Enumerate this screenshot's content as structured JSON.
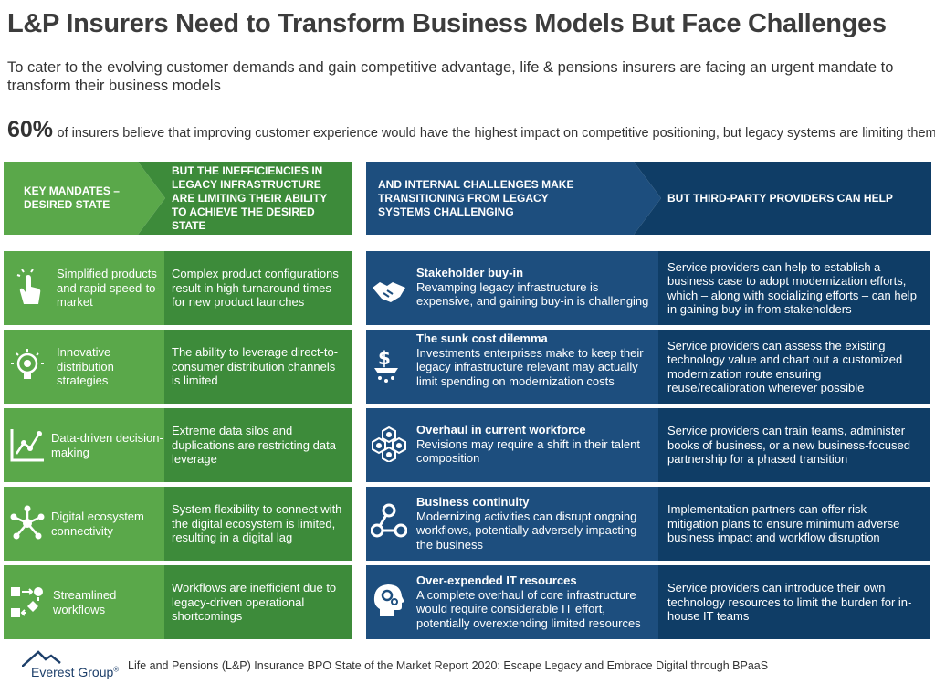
{
  "title": "L&P Insurers Need to Transform Business Models But Face Challenges",
  "subtitle": "To cater to the evolving customer demands and gain competitive advantage, life & pensions insurers are facing an urgent mandate to transform their business models",
  "stat": {
    "value": "60%",
    "text": "of insurers believe that improving customer experience would have the highest impact on competitive positioning, but legacy systems are limiting them"
  },
  "headers": {
    "mandates": "KEY MANDATES – DESIRED STATE",
    "inefficiencies": "BUT THE INEFFICIENCIES IN LEGACY INFRASTRUCTURE ARE LIMITING THEIR ABILITY TO ACHIEVE THE DESIRED STATE",
    "challenges": "AND INTERNAL CHALLENGES MAKE TRANSITIONING FROM LEGACY SYSTEMS CHALLENGING",
    "providers": "BUT THIRD-PARTY PROVIDERS CAN HELP"
  },
  "mandates": [
    {
      "label": "Simplified products and rapid speed-to-market",
      "icon": "hand-tap-icon",
      "inefficiency": "Complex product configurations result in high turnaround times for new product launches"
    },
    {
      "label": "Innovative distribution strategies",
      "icon": "lightbulb-gear-icon",
      "inefficiency": "The ability to leverage direct-to-consumer distribution channels is limited"
    },
    {
      "label": "Data-driven decision-making",
      "icon": "line-chart-icon",
      "inefficiency": "Extreme data silos and duplications are restricting data leverage"
    },
    {
      "label": "Digital ecosystem connectivity",
      "icon": "network-hub-icon",
      "inefficiency": "System flexibility to connect with the digital ecosystem is limited, resulting in a digital lag"
    },
    {
      "label": "Streamlined workflows",
      "icon": "workflow-icon",
      "inefficiency": "Workflows are inefficient due to legacy-driven operational shortcomings"
    }
  ],
  "challenges": [
    {
      "title": "Stakeholder buy-in",
      "text": "Revamping legacy infrastructure is expensive, and gaining buy-in is challenging",
      "icon": "handshake-icon",
      "help": "Service providers can help to establish a business case to adopt modernization efforts, which – along with socializing efforts –  can help in gaining buy-in from stakeholders"
    },
    {
      "title": "The sunk cost dilemma",
      "text": "Investments enterprises make to keep their legacy infrastructure relevant may actually limit spending on modernization costs",
      "icon": "money-drain-icon",
      "help": "Service providers can assess the existing technology value and chart out a customized modernization route ensuring reuse/recalibration wherever possible"
    },
    {
      "title": "Overhaul in current workforce",
      "text": "Revisions may require a shift in their talent composition",
      "icon": "workforce-icon",
      "help": "Service providers can train teams, administer books of business, or a new business-focused partnership for a phased transition"
    },
    {
      "title": "Business continuity",
      "text": "Modernizing activities can disrupt ongoing workflows, potentially adversely impacting the business",
      "icon": "process-flow-icon",
      "help": "Implementation partners can offer risk mitigation plans  to ensure minimum adverse business impact and workflow disruption"
    },
    {
      "title": "Over-expended IT resources",
      "text": "A complete overhaul of core infrastructure would require considerable IT effort, potentially overextending limited resources",
      "icon": "head-gears-icon",
      "help": "Service providers can introduce their own technology resources to limit the burden for in-house IT teams"
    }
  ],
  "footer": {
    "brand": "Everest Group",
    "reg": "®",
    "text": "Life and Pensions (L&P) Insurance BPO State of the Market Report 2020: Escape Legacy and Embrace Digital through BPaaS"
  },
  "colors": {
    "green_light": "#5aa84a",
    "green_dark": "#3d8b3a",
    "blue_light": "#1d4e7e",
    "blue_dark": "#0f3d66"
  }
}
